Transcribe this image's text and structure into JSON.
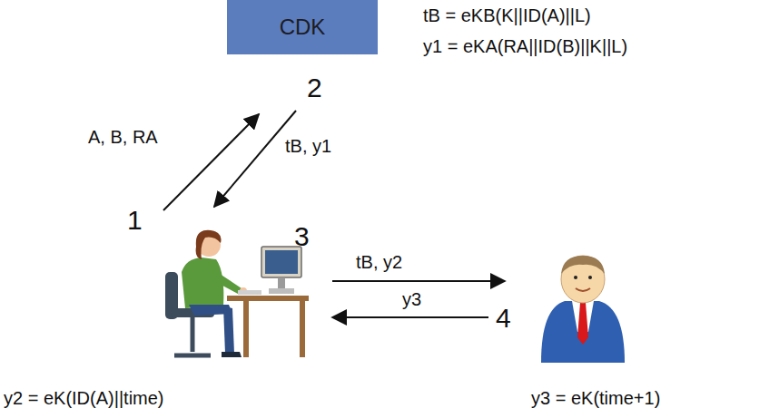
{
  "diagram": {
    "nodes": [
      {
        "text": [
          "CDK"
        ]
      }
    ],
    "labels": [
      "tB = eKB(K||ID(A)||L)",
      "y1 = eKA(RA||ID(B)||K||L)",
      "A, B, RA",
      "2",
      "tB, y1",
      "1",
      "3",
      "tB, y2",
      "y3",
      "4",
      "y2 = eK(ID(A)||time)",
      "y3 = eK(time+1)"
    ]
  }
}
